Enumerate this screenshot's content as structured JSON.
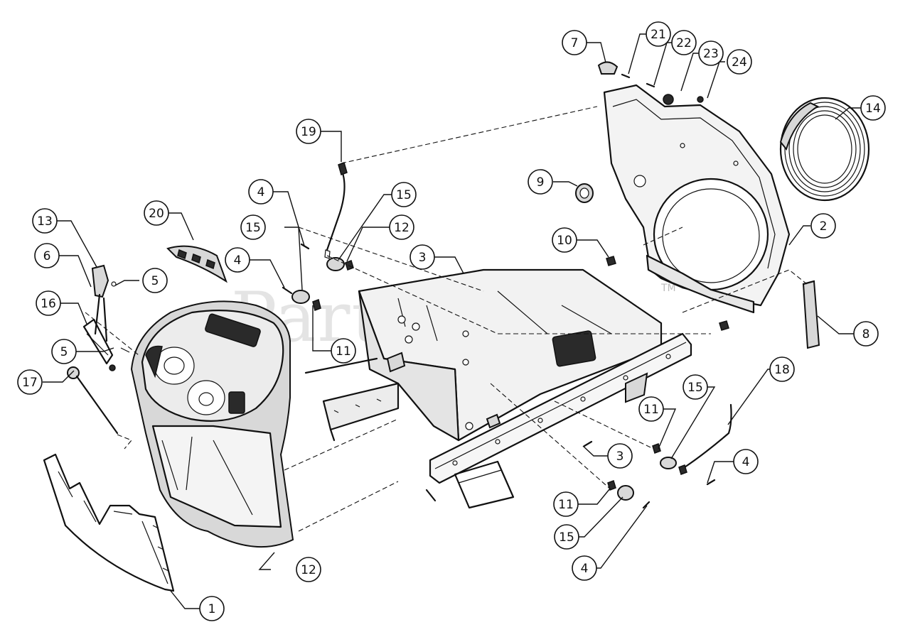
{
  "watermark": {
    "text": "PartsTree",
    "trademark": "TM"
  },
  "callouts": [
    {
      "label": "1"
    },
    {
      "label": "2"
    },
    {
      "label": "3"
    },
    {
      "label": "3"
    },
    {
      "label": "4"
    },
    {
      "label": "4"
    },
    {
      "label": "4"
    },
    {
      "label": "4"
    },
    {
      "label": "5"
    },
    {
      "label": "5"
    },
    {
      "label": "6"
    },
    {
      "label": "7"
    },
    {
      "label": "8"
    },
    {
      "label": "9"
    },
    {
      "label": "10"
    },
    {
      "label": "11"
    },
    {
      "label": "11"
    },
    {
      "label": "11"
    },
    {
      "label": "12"
    },
    {
      "label": "12"
    },
    {
      "label": "13"
    },
    {
      "label": "14"
    },
    {
      "label": "15"
    },
    {
      "label": "15"
    },
    {
      "label": "15"
    },
    {
      "label": "15"
    },
    {
      "label": "16"
    },
    {
      "label": "17"
    },
    {
      "label": "18"
    },
    {
      "label": "19"
    },
    {
      "label": "20"
    },
    {
      "label": "21"
    },
    {
      "label": "22"
    },
    {
      "label": "23"
    },
    {
      "label": "24"
    }
  ]
}
